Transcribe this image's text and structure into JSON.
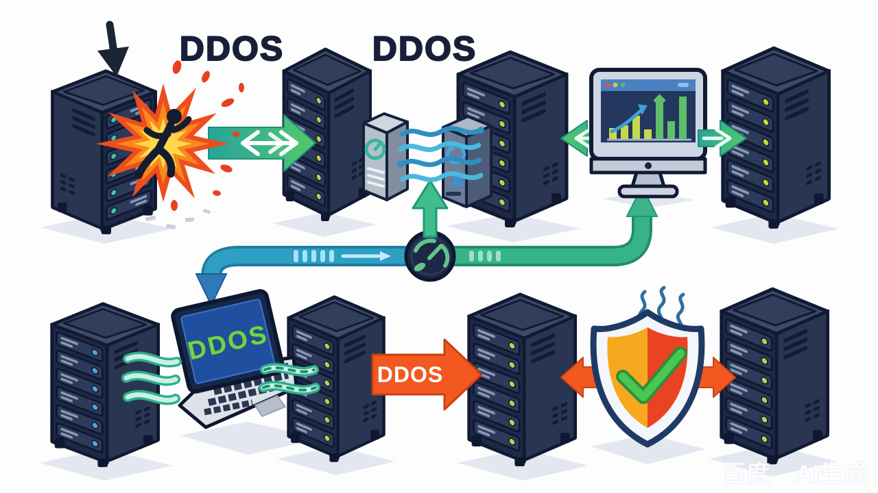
{
  "labels": {
    "heading_left": "DDOS",
    "heading_center": "DDOS",
    "laptop_screen": "DDOS",
    "attack_arrow": "DDOS"
  },
  "watermark": {
    "brand": "百度",
    "suffix": "AI生成"
  },
  "monitor": {
    "chart_bar_heights": [
      16,
      20,
      34,
      14,
      52,
      26,
      62
    ]
  },
  "colors": {
    "heading_navy": "#191f38",
    "outline_navy": "#101a32",
    "rack_front": "#1e2946",
    "rack_side": "#2a3552",
    "rack_top": "#3d4a68",
    "led_green": "#bcd24a",
    "led_teal": "#3fc4a8",
    "led_blue": "#4fa8d8",
    "pipe_teal": "#2f9fc4",
    "pipe_green": "#36b389",
    "arrow_blue": "#2e7ab8",
    "arrow_green_gradient": [
      "#27a39b",
      "#54c96d"
    ],
    "arrow_orange": "#f2581f",
    "explosion_outer": "#ee4d1d",
    "explosion_mid": "#f78a1f",
    "explosion_core": "#ffd84a",
    "shield_orange": "#f6a81f",
    "shield_red": "#ea4323",
    "check_green": "#4ac653",
    "laptop_screen_blue": "#1f4f9e",
    "monitor_screen": "#24375e"
  },
  "icons": [
    "down-arrow-icon",
    "explosion-icon",
    "running-person-icon",
    "double-arrow-icon",
    "gauge-icon",
    "rotate-icon",
    "upload-triangle-icon",
    "wavy-stream-icon",
    "up-arrow-icon",
    "speedometer-icon",
    "bar-chart-icon",
    "trend-up-icon",
    "browser-dots-icon",
    "shield-check-icon",
    "heat-waves-icon",
    "server-rack-icon"
  ]
}
